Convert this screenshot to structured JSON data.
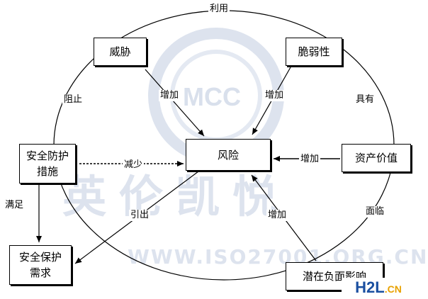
{
  "diagram": {
    "nodes": {
      "threat": "威胁",
      "vulnerability": "脆弱性",
      "safeguard": "安全防护措施",
      "risk": "风险",
      "asset_value": "资产价值",
      "protection_requirement": "安全保护需求",
      "potential_impact": "潜在负面影响"
    },
    "edges": {
      "exploits": "利用",
      "prevents": "阻止",
      "has": "具有",
      "threat_increases": "增加",
      "vulnerability_increases": "增加",
      "reduces": "减少",
      "asset_increases": "增加",
      "satisfies": "满足",
      "leads_to": "引出",
      "faces": "面临",
      "impact_increases": "增加"
    }
  },
  "watermark": {
    "brand": "英伦凯悦",
    "site": "WWW.ISO27001.ORG.CN",
    "emblem": "MCC",
    "corner_logo_main": "H2L",
    "corner_logo_suffix": ".CN"
  }
}
